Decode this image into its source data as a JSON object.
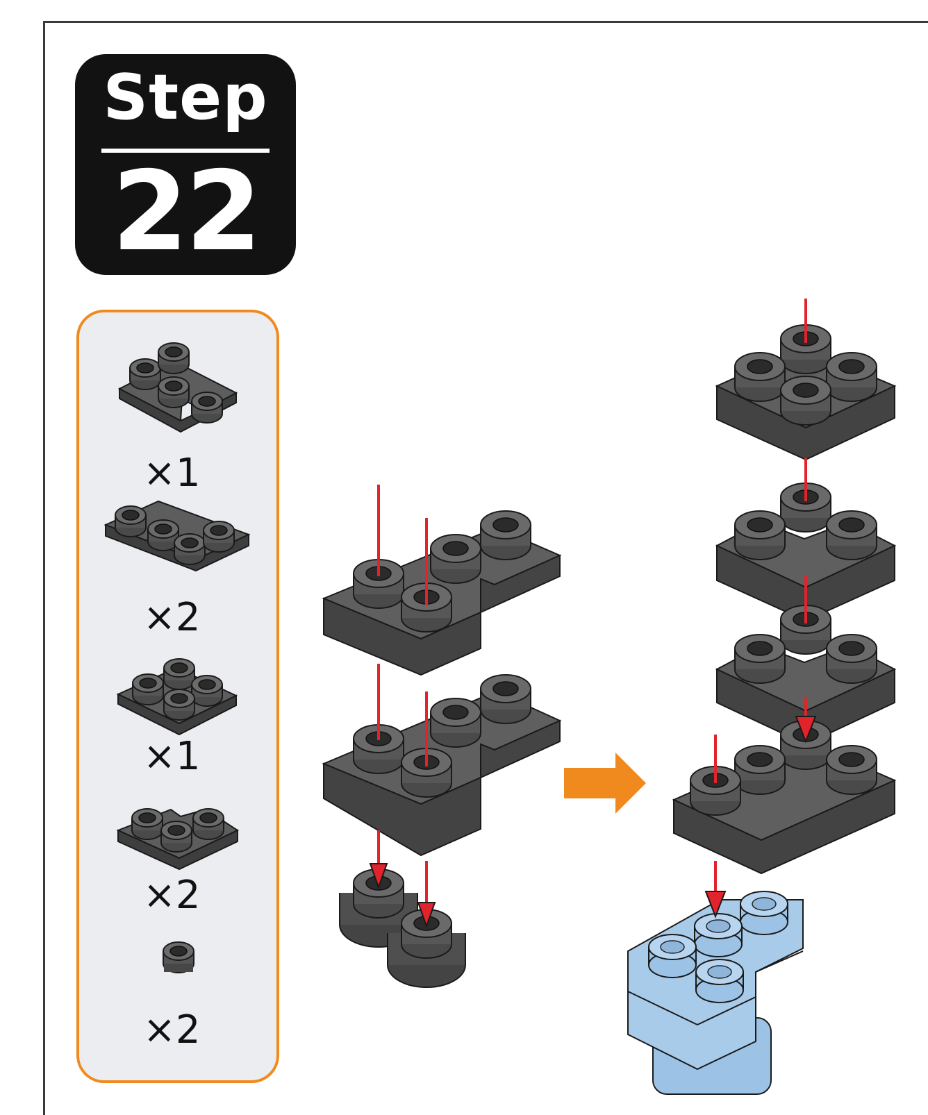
{
  "step": {
    "word": "Step",
    "number": "22"
  },
  "parts": [
    {
      "name": "L-shaped 2x3 plate",
      "quantity": "×1"
    },
    {
      "name": "2x4 plate with 4 studs",
      "quantity": "×2"
    },
    {
      "name": "2x2 plate with 4 studs",
      "quantity": "×1"
    },
    {
      "name": "V-shaped 3-stud plate",
      "quantity": "×2"
    },
    {
      "name": "single round stud",
      "quantity": "×2"
    }
  ],
  "colors": {
    "badge": "#121212",
    "panel_border": "#f08a1f",
    "panel_fill": "#ebedf0",
    "brick_gray": "#5a5a5a",
    "arrow_red": "#e3232b",
    "next_arrow": "#f08a1f",
    "assembly_blue": "#a9cbea"
  }
}
